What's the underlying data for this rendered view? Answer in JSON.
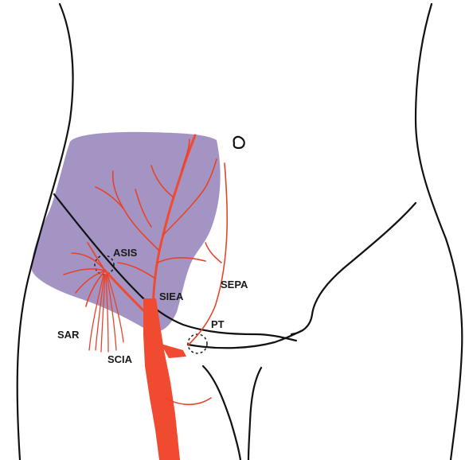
{
  "labels": {
    "asis": "ASIS",
    "siea": "SIEA",
    "sepa": "SEPA",
    "pt": "PT",
    "sar": "SAR",
    "scia": "SCIA"
  },
  "colors": {
    "flap_region": "#a494c3",
    "artery": "#f04a30",
    "artery_branch": "#e8432a",
    "outline": "#111111",
    "background": "#ffffff"
  }
}
